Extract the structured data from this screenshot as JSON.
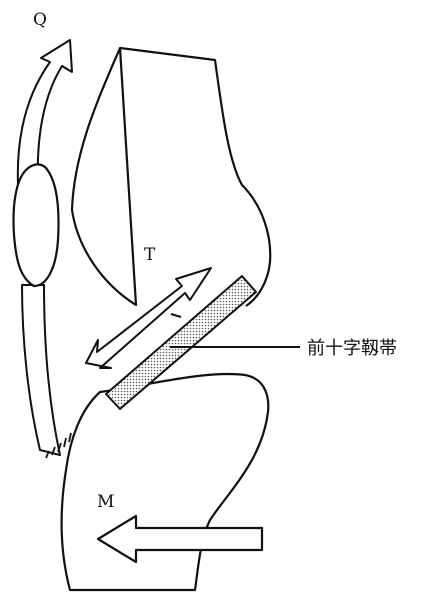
{
  "labels": {
    "quadriceps_force": "Q",
    "tibial_force": "T",
    "muscle_force": "M",
    "ligament_name": "前十字靱帯"
  },
  "colors": {
    "line": "#111111",
    "background": "#ffffff",
    "ligament_fill": "#c8c8c8"
  }
}
